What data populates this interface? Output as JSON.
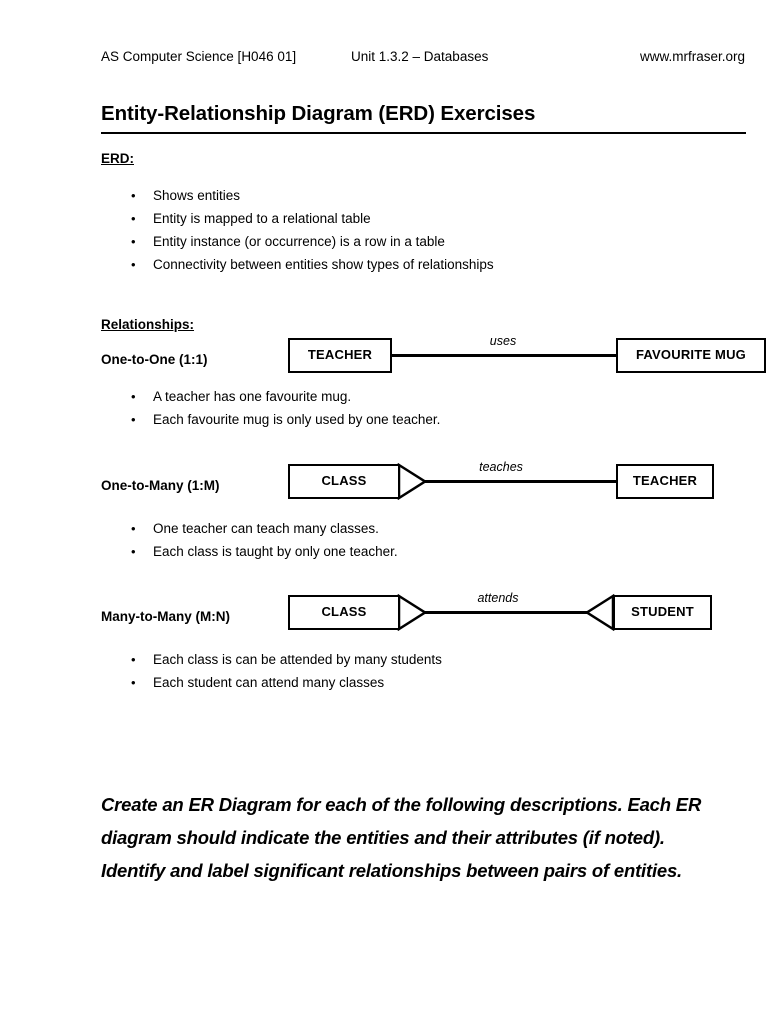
{
  "header": {
    "course": "AS Computer Science [H046 01]",
    "unit": "Unit 1.3.2 – Databases",
    "site": "www.mrfraser.org"
  },
  "title": "Entity-Relationship Diagram (ERD) Exercises",
  "erd_section": {
    "heading": "ERD:",
    "bullets": [
      "Shows entities",
      "Entity is mapped to a relational table",
      "Entity instance (or occurrence) is a row in a table",
      "Connectivity between entities show types of relationships"
    ]
  },
  "relationships_section": {
    "heading": "Relationships:",
    "rows": [
      {
        "label": "One-to-One (1:1)",
        "left_entity": "TEACHER",
        "right_entity": "FAVOURITE MUG",
        "verb": "uses",
        "left_crowfoot": false,
        "right_crowfoot": false,
        "bullets": [
          "A teacher has one favourite mug.",
          "Each favourite mug is only used by one teacher."
        ]
      },
      {
        "label": "One-to-Many (1:M)",
        "left_entity": "CLASS",
        "right_entity": "TEACHER",
        "verb": "teaches",
        "left_crowfoot": true,
        "right_crowfoot": false,
        "bullets": [
          "One teacher can teach many classes.",
          "Each class is taught by only one teacher."
        ]
      },
      {
        "label": "Many-to-Many (M:N)",
        "left_entity": "CLASS",
        "right_entity": "STUDENT",
        "verb": "attends",
        "left_crowfoot": true,
        "right_crowfoot": true,
        "bullets": [
          "Each class is can be attended by many students",
          "Each student can attend many classes"
        ]
      }
    ]
  },
  "closing": {
    "lines": [
      "Create an ER Diagram for each of the following descriptions. Each ER",
      "diagram should indicate the entities and their attributes (if noted).",
      "Identify and label significant relationships between pairs of entities."
    ]
  },
  "bullet_glyph": "•",
  "colors": {
    "ink": "#000000",
    "paper": "#ffffff"
  }
}
